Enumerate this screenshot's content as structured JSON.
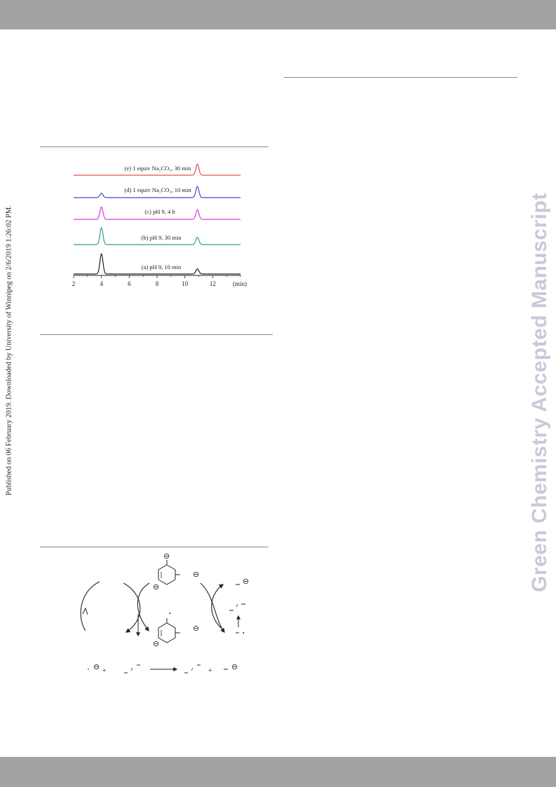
{
  "page": {
    "side_note": "Published on 06 February 2019. Downloaded by University of Winnipeg on 2/6/2019 1:26:02 PM.",
    "watermark": "Green Chemistry Accepted Manuscript"
  },
  "chart_data": {
    "type": "line",
    "x_tick_labels": [
      "2",
      "4",
      "6",
      "8",
      "10",
      "12"
    ],
    "x_unit": "(min)",
    "xlim": [
      2,
      14
    ],
    "series": [
      {
        "name": "(e) 1 equiv Na₂CO₃, 30 min",
        "color": "#e0504a",
        "peaks": [
          {
            "x": 10.9,
            "h": 1.0
          }
        ]
      },
      {
        "name": "(d) 1 equiv Na₂CO₃, 10 min",
        "color": "#4848c8",
        "peaks": [
          {
            "x": 4.0,
            "h": 0.4
          },
          {
            "x": 10.9,
            "h": 1.0
          }
        ]
      },
      {
        "name": "(c) pH 9, 4 h",
        "color": "#e038e0",
        "peaks": [
          {
            "x": 4.0,
            "h": 1.1
          },
          {
            "x": 10.9,
            "h": 0.85
          }
        ]
      },
      {
        "name": "(b) pH 9, 30 min",
        "color": "#2e9e94",
        "peaks": [
          {
            "x": 4.0,
            "h": 1.5
          },
          {
            "x": 10.9,
            "h": 0.65
          }
        ]
      },
      {
        "name": "(a) pH 9, 10 min",
        "color": "#222222",
        "peaks": [
          {
            "x": 4.0,
            "h": 1.8
          },
          {
            "x": 10.9,
            "h": 0.45
          }
        ]
      }
    ]
  },
  "scheme": {
    "charge_symbol": "⊖",
    "dot_symbol": "•",
    "plus_symbol": "+"
  }
}
